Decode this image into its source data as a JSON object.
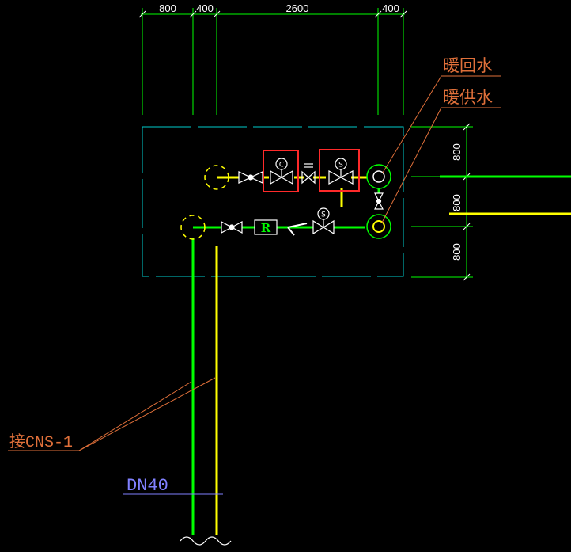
{
  "dimensions": {
    "top": [
      "800",
      "400",
      "2600",
      "400"
    ],
    "right": [
      "800",
      "800",
      "800"
    ]
  },
  "labels": {
    "heating_return": "暖回水",
    "heating_supply": "暖供水",
    "connect_note": "接CNS-1",
    "pipe_size": "DN40"
  },
  "symbols": {
    "strainer_r": "R",
    "control_valve": "C",
    "solenoid_valve": "S"
  },
  "colors": {
    "background": "#000000",
    "supply_pipe": "#00ff00",
    "return_pipe": "#ffff00",
    "dimension_line": "#00ff00",
    "room_outline": "#00cccc",
    "leader": "#e0703a",
    "highlight_box": "#ff2a2a",
    "dn_text": "#8080ff"
  }
}
